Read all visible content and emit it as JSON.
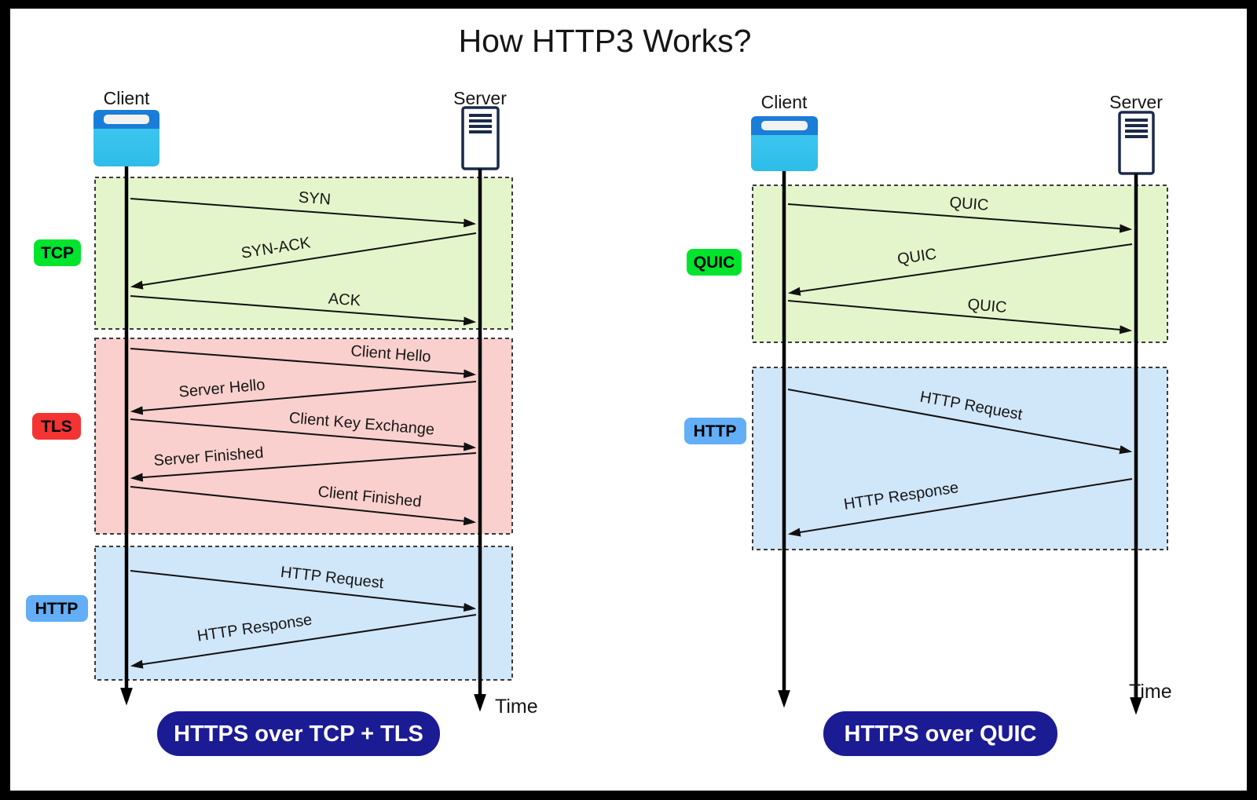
{
  "title": "How HTTP3 Works?",
  "colors": {
    "phase_green": "#e4f5cb",
    "phase_red": "#f9d0cd",
    "phase_blue": "#d0e6f9",
    "badge_green": "#00e42e",
    "badge_red": "#f43333",
    "badge_blue": "#63aef6",
    "caption_navy": "#1b1b94"
  },
  "left": {
    "client_label": "Client",
    "server_label": "Server",
    "time_label": "Time",
    "caption": "HTTPS over TCP + TLS",
    "phases": [
      {
        "badge": "TCP",
        "messages": [
          {
            "label": "SYN",
            "from": "client",
            "to": "server"
          },
          {
            "label": "SYN-ACK",
            "from": "server",
            "to": "client"
          },
          {
            "label": "ACK",
            "from": "client",
            "to": "server"
          }
        ]
      },
      {
        "badge": "TLS",
        "messages": [
          {
            "label": "Client Hello",
            "from": "client",
            "to": "server"
          },
          {
            "label": "Server Hello",
            "from": "server",
            "to": "client"
          },
          {
            "label": "Client Key Exchange",
            "from": "client",
            "to": "server"
          },
          {
            "label": "Server Finished",
            "from": "server",
            "to": "client"
          },
          {
            "label": "Client Finished",
            "from": "client",
            "to": "server"
          }
        ]
      },
      {
        "badge": "HTTP",
        "messages": [
          {
            "label": "HTTP Request",
            "from": "client",
            "to": "server"
          },
          {
            "label": "HTTP Response",
            "from": "server",
            "to": "client"
          }
        ]
      }
    ]
  },
  "right": {
    "client_label": "Client",
    "server_label": "Server",
    "time_label": "Time",
    "caption": "HTTPS over QUIC",
    "phases": [
      {
        "badge": "QUIC",
        "messages": [
          {
            "label": "QUIC",
            "from": "client",
            "to": "server"
          },
          {
            "label": "QUIC",
            "from": "server",
            "to": "client"
          },
          {
            "label": "QUIC",
            "from": "client",
            "to": "server"
          }
        ]
      },
      {
        "badge": "HTTP",
        "messages": [
          {
            "label": "HTTP Request",
            "from": "client",
            "to": "server"
          },
          {
            "label": "HTTP Response",
            "from": "server",
            "to": "client"
          }
        ]
      }
    ]
  }
}
